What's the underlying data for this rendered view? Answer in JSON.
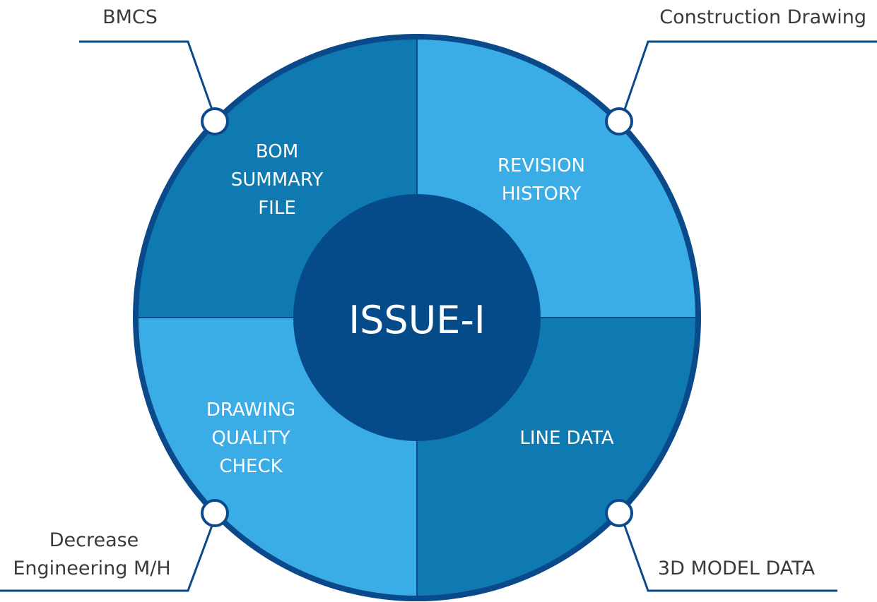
{
  "center": {
    "label": "ISSUE-I"
  },
  "quadrants": {
    "top_left": {
      "lines": [
        "BOM",
        "SUMMARY",
        "FILE"
      ]
    },
    "top_right": {
      "lines": [
        "REVISION",
        "HISTORY"
      ]
    },
    "bottom_left": {
      "lines": [
        "DRAWING",
        "QUALITY",
        "CHECK"
      ]
    },
    "bottom_right": {
      "lines": [
        "LINE DATA"
      ]
    }
  },
  "callouts": {
    "top_left": {
      "lines": [
        "BMCS"
      ]
    },
    "top_right": {
      "lines": [
        "Construction Drawing"
      ]
    },
    "bottom_left": {
      "lines": [
        "Decrease",
        "Engineering M/H"
      ]
    },
    "bottom_right": {
      "lines": [
        "3D MODEL DATA"
      ]
    }
  },
  "colors": {
    "dark_blue": "#0b4a8a",
    "mid_blue": "#0f79b2",
    "light_blue": "#3aace6",
    "center_blue": "#054b8a",
    "text_gray": "#3a3a3a",
    "white": "#ffffff"
  }
}
